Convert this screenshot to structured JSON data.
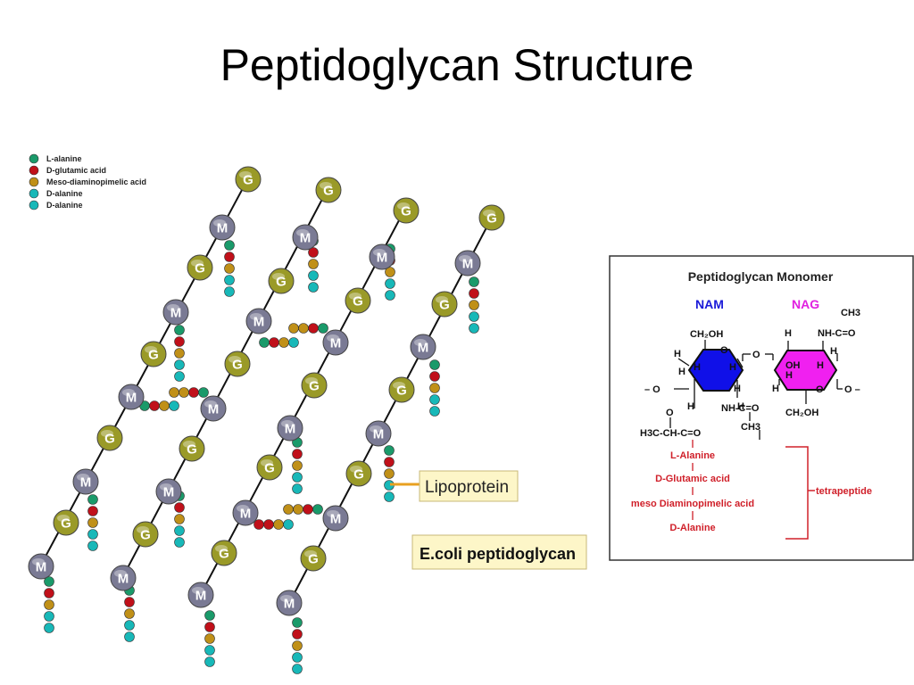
{
  "slide": {
    "title": "Peptidoglycan Structure"
  },
  "legend": [
    {
      "label": "L-alanine",
      "color": "#1a9a6a"
    },
    {
      "label": "D-glutamic acid",
      "color": "#c0101a"
    },
    {
      "label": "Meso-diaminopimelic acid",
      "color": "#c09018"
    },
    {
      "label": "D-alanine",
      "color": "#18b8b8"
    },
    {
      "label": "D-alanine",
      "color": "#18b8b8"
    }
  ],
  "beads": {
    "g_label": "G",
    "m_label": "M",
    "g_color": "#9a9a28",
    "m_color": "#7a7a94"
  },
  "callouts": {
    "lipoprotein": "Lipoprotein",
    "ecoli": "E.coli peptidoglycan"
  },
  "monomer": {
    "title": "Peptidoglycan Monomer",
    "nam_label": "NAM",
    "nag_label": "NAG",
    "nam_color": "#1010e8",
    "nag_color": "#f020f0",
    "ch2oh_top": "CH₂OH",
    "ch2oh_bottom": "CH₂OH",
    "ch3_top": "CH3",
    "nhco_top": "NH-C=O",
    "nhco_mid": "NH-C=O",
    "ch3_mid": "CH3",
    "lactyl": "H3C-CH-C=O",
    "o_glyco": "O",
    "o_left": "– O",
    "o_right": "O –",
    "o_ring": "O",
    "o_lactyl": "O",
    "h": "H",
    "oh": "OH",
    "peptides": [
      "L-Alanine",
      "D-Glutamic acid",
      "meso Diaminopimelic acid",
      "D-Alanine"
    ],
    "tetrapeptide": "tetrapeptide"
  }
}
